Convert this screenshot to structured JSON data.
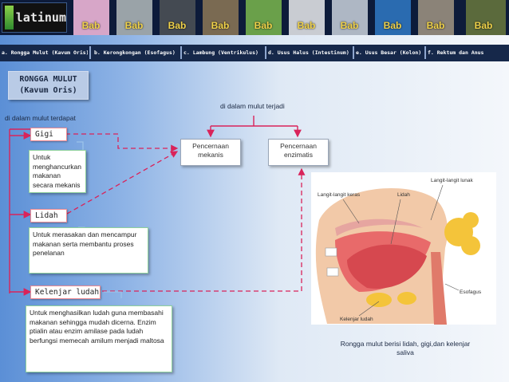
{
  "header": {
    "logo_text": "latinum",
    "thumbs": [
      {
        "label": "Bab",
        "color": "#d7a6c8"
      },
      {
        "label": "Bab",
        "color": "#9aa3a8"
      },
      {
        "label": "Bab",
        "color": "#444a52"
      },
      {
        "label": "Bab",
        "color": "#7a6a52"
      },
      {
        "label": "Bab",
        "color": "#6aa04a"
      },
      {
        "label": "Bab",
        "color": "#c9ccd2"
      },
      {
        "label": "Bab",
        "color": "#aeb7c4"
      },
      {
        "label": "Bab",
        "color": "#2a6bb0"
      },
      {
        "label": "Bab",
        "color": "#8b8378"
      },
      {
        "label": "Bab",
        "color": "#5b6a3c"
      }
    ]
  },
  "nav": {
    "items": [
      {
        "text": "a. Rongga Mulut (Kavum Oris)"
      },
      {
        "text": "b. Kerongkongan (Esofagus)"
      },
      {
        "text": "c. Lambung (Ventrikulus)"
      },
      {
        "text": "d. Usus Halus (Intestinum)"
      },
      {
        "text": "e. Usus Besar (Kolon)"
      },
      {
        "text": "f. Rektum dan Anus"
      }
    ]
  },
  "title": {
    "line1": "RONGGA MULUT",
    "line2": "(Kavum Oris)"
  },
  "labels": {
    "inside_mouth": "di dalam mulut terdapat",
    "happens": "di dalam mulut terjadi"
  },
  "parts": [
    {
      "tag": "Gigi",
      "desc": "Untuk menghancurkan makanan secara mekanis"
    },
    {
      "tag": "Lidah",
      "desc": "Untuk merasakan dan mencampur makanan serta membantu proses penelanan"
    },
    {
      "tag": "Kelenjar ludah",
      "desc": "Untuk menghasilkan ludah guna membasahi makanan sehingga mudah dicerna. Enzim ptialin atau enzim amilase pada ludah berfungsi memecah amilum menjadi maltosa"
    }
  ],
  "processes": {
    "mechanical": "Pencernaan mekanis",
    "enzymatic": "Pencernaan enzimatis"
  },
  "illustration": {
    "labels": {
      "hard_palate": "Langit-langit keras",
      "soft_palate": "Langit-langit lunak",
      "tongue": "Lidah",
      "esophagus": "Esofagus",
      "salivary": "Kelenjar ludah"
    },
    "caption": "Rongga mulut berisi lidah, gigi,dan kelenjar saliva"
  }
}
